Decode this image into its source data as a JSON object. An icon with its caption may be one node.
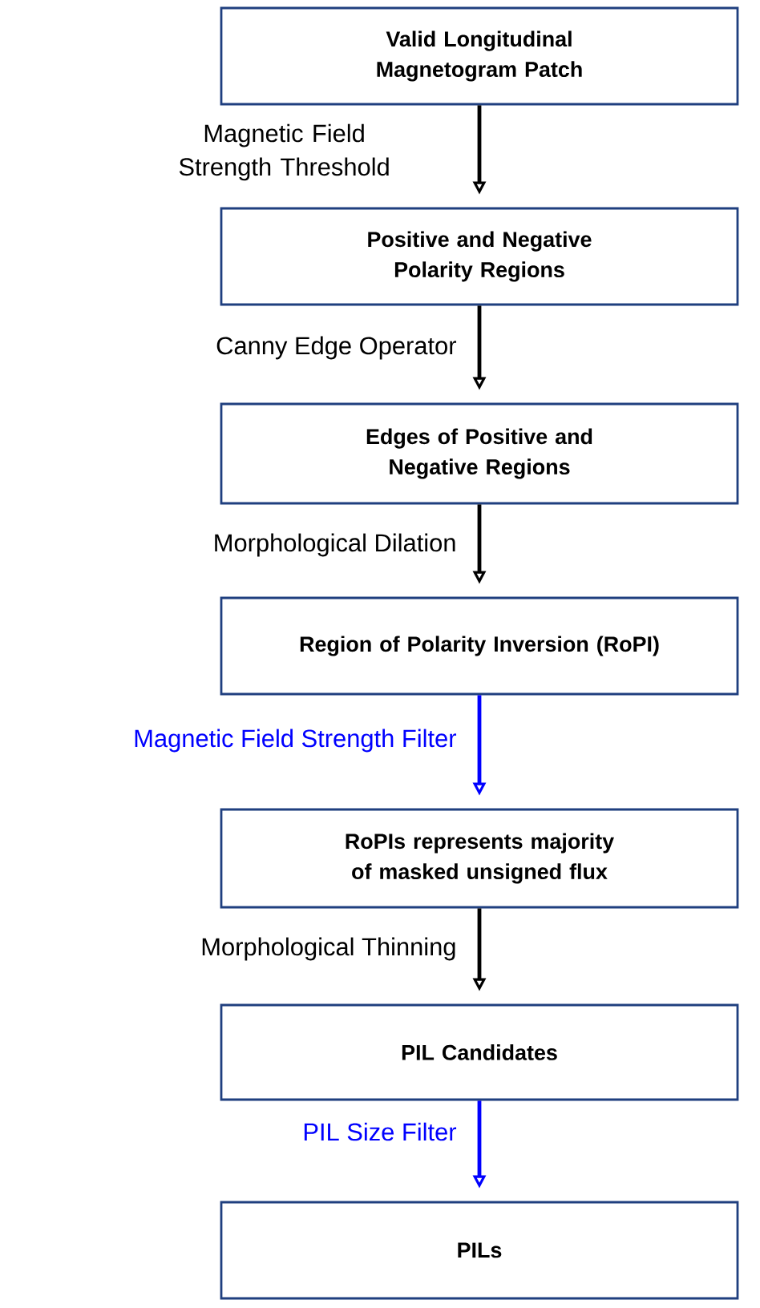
{
  "diagram": {
    "nodes": [
      {
        "text": [
          "Valid Longitudinal Magnetogram Patch"
        ]
      },
      {
        "text": [
          "Positive and Negative Polarity Regions"
        ]
      },
      {
        "text": [
          "Edges of Positive and Negative Regions"
        ]
      },
      {
        "text": [
          "Region of Polarity Inversion (RoPI)"
        ]
      },
      {
        "text": [
          "RoPIs represents majority of masked unsigned flux"
        ]
      },
      {
        "text": [
          "PIL Candidates"
        ]
      },
      {
        "text": [
          "PILs"
        ]
      }
    ],
    "edges": [
      {
        "from": 0,
        "to": 1,
        "arrow": "to",
        "label": "Magnetic Field Strength Threshold"
      },
      {
        "from": 1,
        "to": 2,
        "arrow": "to",
        "label": "Canny Edge Operator"
      },
      {
        "from": 2,
        "to": 3,
        "arrow": "to",
        "label": "Morphological Dilation"
      },
      {
        "from": 3,
        "to": 4,
        "arrow": "to",
        "label": "Magnetic Field Strength Filter",
        "color": "#0000ff"
      },
      {
        "from": 4,
        "to": 5,
        "arrow": "to",
        "label": "Morphological Thinning"
      },
      {
        "from": 5,
        "to": 6,
        "arrow": "to",
        "label": "PIL Size Filter",
        "color": "#0000ff"
      }
    ]
  }
}
